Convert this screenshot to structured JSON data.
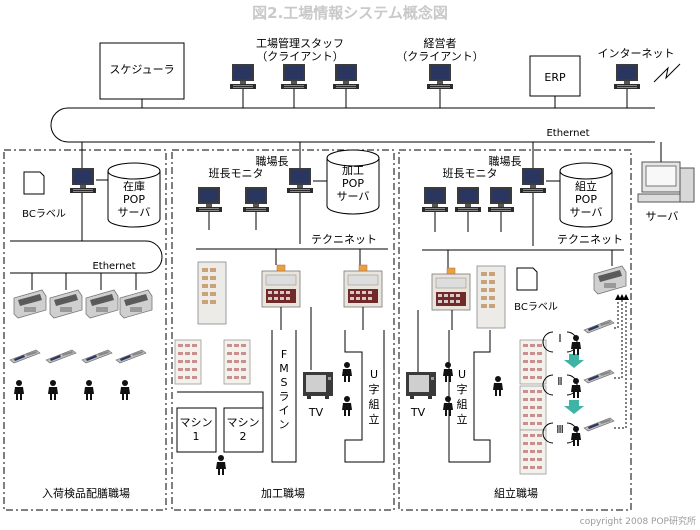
{
  "title": "図2.工場情報システム概念図",
  "copyright": "copyright 2008 POP研究所",
  "top": {
    "scheduler": "スケジューラ",
    "staff_1": "工場管理スタッフ",
    "staff_2": "（クライアント）",
    "mgmt_1": "経営者",
    "mgmt_2": "（クライアント）",
    "erp": "ERP",
    "internet": "インターネット",
    "ethernet": "Ethernet"
  },
  "server_label": "サーバ",
  "left_zone": {
    "bc_label": "BCラベル",
    "db_1": "在庫",
    "db_2": "POP",
    "db_3": "サーバ",
    "ethernet": "Ethernet",
    "name": "入荷検品配膳職場"
  },
  "mid_zone": {
    "chief": "職場長",
    "leader": "班長モニタ",
    "db_1": "加工",
    "db_2": "POP",
    "db_3": "サーバ",
    "technet": "テクニネット",
    "machine1_1": "マシン",
    "machine1_2": "1",
    "machine2_1": "マシン",
    "machine2_2": "2",
    "fms": [
      "F",
      "M",
      "S",
      "ラ",
      "イ",
      "ン"
    ],
    "tv": "TV",
    "u_line": [
      "U",
      "字",
      "組",
      "立"
    ],
    "name": "加工職場"
  },
  "right_zone": {
    "chief": "職場長",
    "leader": "班長モニタ",
    "db_1": "組立",
    "db_2": "POP",
    "db_3": "サーバ",
    "technet": "テクニネット",
    "bc_label": "BCラベル",
    "tv": "TV",
    "u_line": [
      "U",
      "字",
      "組",
      "立"
    ],
    "step_1": "Ⅰ",
    "step_2": "Ⅱ",
    "step_3": "Ⅲ",
    "name": "組立職場"
  },
  "colors": {
    "monitor": "#2a3560",
    "arrow": "#3fb4a4",
    "signal": "#e8a23a",
    "panel": "#e9e4dc"
  }
}
